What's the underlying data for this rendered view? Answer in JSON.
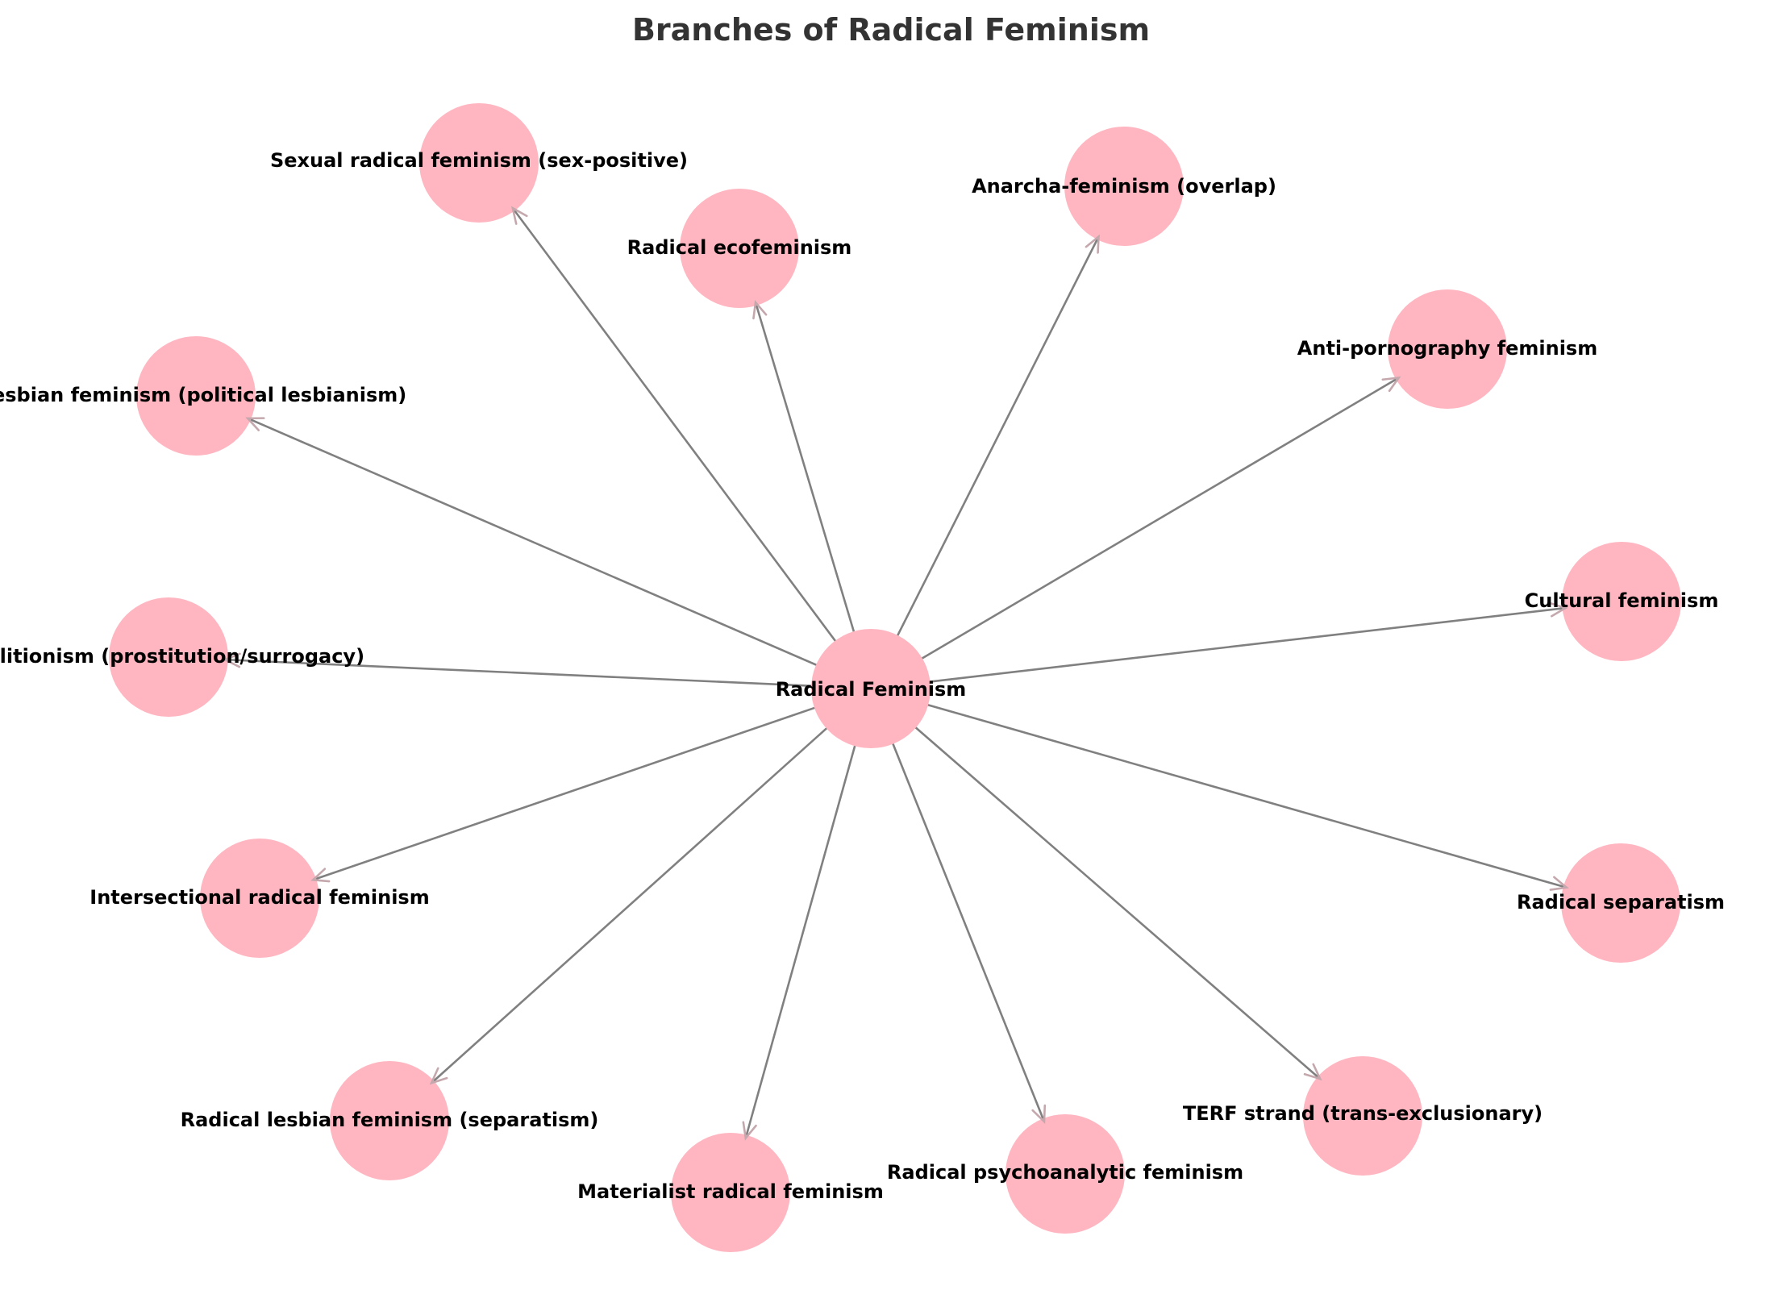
{
  "title": "Branches of Radical Feminism",
  "colors": {
    "node_fill": "#ffb6c1",
    "edge": "#808080",
    "title": "#333333",
    "label": "#000000"
  },
  "center": {
    "label": "Radical Feminism"
  },
  "branches": [
    {
      "id": "sexual-radical",
      "label": "Sexual radical feminism (sex-positive)"
    },
    {
      "id": "radical-ecofeminism",
      "label": "Radical ecofeminism"
    },
    {
      "id": "anarcha-feminism",
      "label": "Anarcha-feminism (overlap)"
    },
    {
      "id": "anti-pornography",
      "label": "Anti-pornography feminism"
    },
    {
      "id": "lesbian-feminism",
      "label": "lesbian feminism (political lesbianism)"
    },
    {
      "id": "abolitionism",
      "label": "bolitionism (prostitution/surrogacy)"
    },
    {
      "id": "cultural-feminism",
      "label": "Cultural feminism"
    },
    {
      "id": "intersectional-radical",
      "label": "Intersectional radical feminism"
    },
    {
      "id": "radical-separatism",
      "label": "Radical separatism"
    },
    {
      "id": "radical-lesbian-separatism",
      "label": "Radical lesbian feminism (separatism)"
    },
    {
      "id": "terf-strand",
      "label": "TERF strand (trans-exclusionary)"
    },
    {
      "id": "radical-psychoanalytic",
      "label": "Radical psychoanalytic feminism"
    },
    {
      "id": "materialist-radical",
      "label": "Materialist radical feminism"
    }
  ]
}
